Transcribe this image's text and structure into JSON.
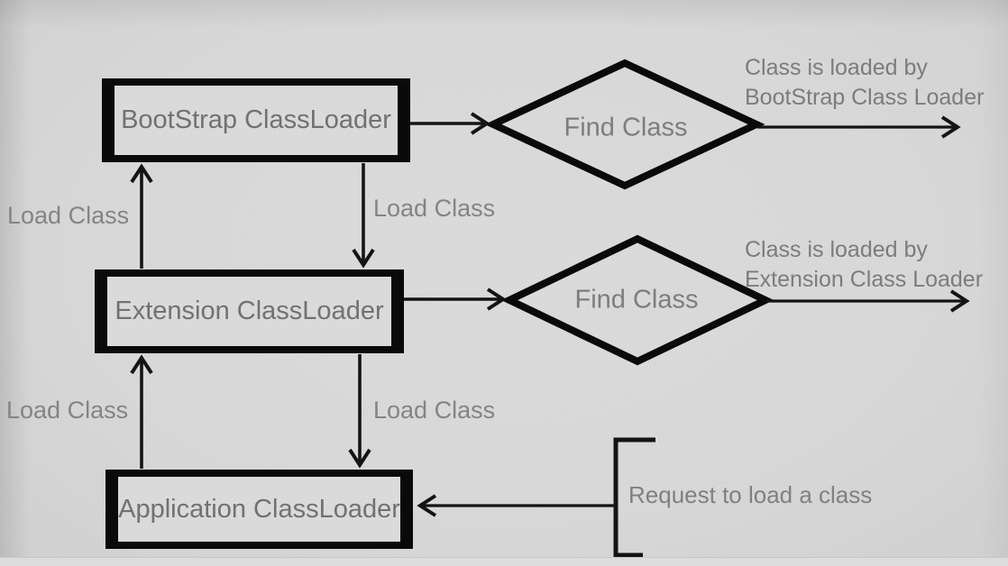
{
  "colors": {
    "background": "#d7d7d7",
    "box_border": "#0a0a0a",
    "box_fill": "#dadada",
    "box_text": "#717171",
    "edge_label_text": "#848484",
    "annotation_text": "#7c7c7c",
    "line": "#141414"
  },
  "boxes": [
    {
      "id": "bootstrap",
      "label": "BootStrap ClassLoader"
    },
    {
      "id": "extension",
      "label": "Extension ClassLoader"
    },
    {
      "id": "application",
      "label": "Application ClassLoader"
    }
  ],
  "diamonds": [
    {
      "id": "find-class-1",
      "label": "Find Class"
    },
    {
      "id": "find-class-2",
      "label": "Find Class"
    }
  ],
  "edge_labels": {
    "load_class": "Load Class"
  },
  "annotations": {
    "result_bootstrap": "Class is loaded by\nBootStrap Class Loader",
    "result_extension": "Class is loaded by\nExtension Class Loader",
    "request": "Request to load a class"
  }
}
